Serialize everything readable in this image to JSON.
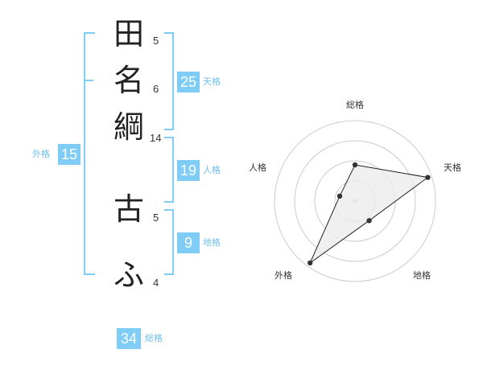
{
  "name": {
    "chars": [
      {
        "char": "田",
        "strokes": "5"
      },
      {
        "char": "名",
        "strokes": "6"
      },
      {
        "char": "綱",
        "strokes": "14"
      },
      {
        "char": "古",
        "strokes": "5"
      },
      {
        "char": "ふ",
        "strokes": "4"
      }
    ]
  },
  "fortune": {
    "tenkaku": {
      "value": "25",
      "label": "天格"
    },
    "jinkaku": {
      "value": "19",
      "label": "人格"
    },
    "chikaku": {
      "value": "9",
      "label": "地格"
    },
    "gaikaku": {
      "value": "15",
      "label": "外格"
    },
    "soukaku": {
      "value": "34",
      "label": "総格"
    }
  },
  "colors": {
    "accent": "#7fcdf6",
    "label": "#6fc1ef",
    "text": "#222222"
  },
  "chart_data": {
    "type": "radar",
    "axes": [
      "総格",
      "天格",
      "地格",
      "外格",
      "人格"
    ],
    "values": [
      0.45,
      0.95,
      0.3,
      0.95,
      0.2
    ],
    "rings": 4
  }
}
